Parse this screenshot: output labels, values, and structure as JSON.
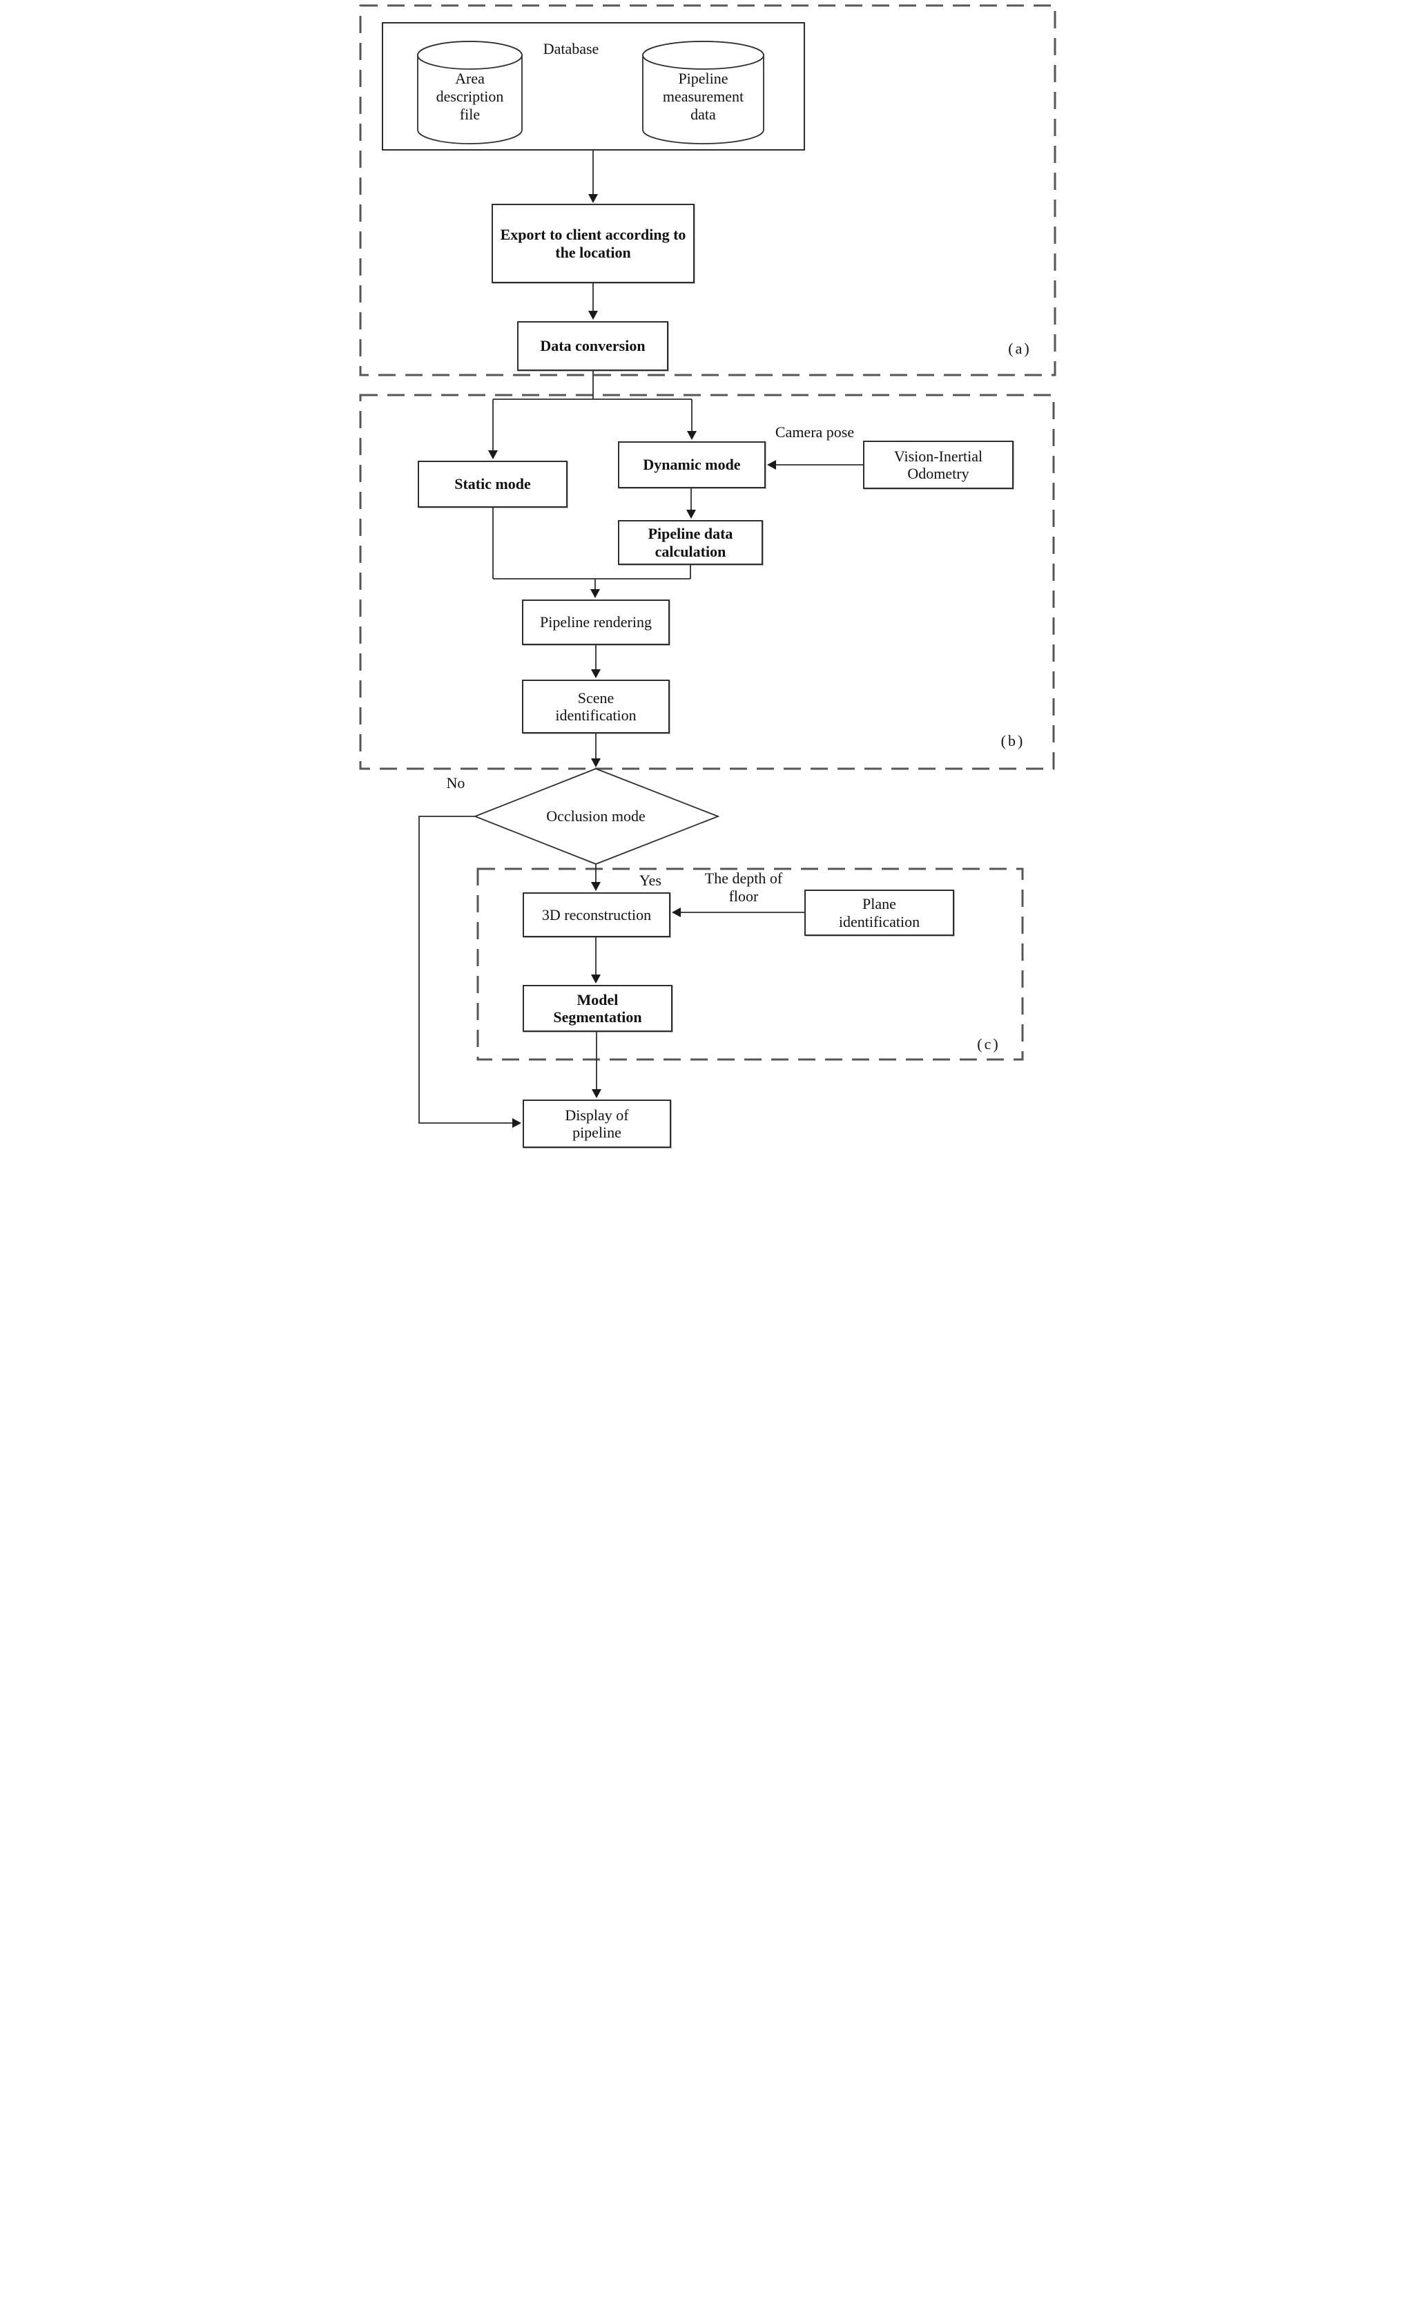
{
  "figure": {
    "type": "flowchart",
    "background": "#ffffff"
  },
  "colors": {
    "line": "#2e2e2e",
    "dashed_border": "#565656",
    "text": "#121212",
    "node_fill": "#ffffff"
  },
  "sections": {
    "a": {
      "label": "(a)"
    },
    "b": {
      "label": "(b)"
    },
    "c": {
      "label": "(c)"
    }
  },
  "nodes": {
    "database": "Database",
    "area_description_file": "Area description file",
    "pipeline_measurement_data": "Pipeline measurement data",
    "export_to_client": "Export to client according to the location",
    "data_conversion": "Data conversion",
    "static_mode": "Static mode",
    "dynamic_mode": "Dynamic mode",
    "vision_inertial_odometry": "Vision-Inertial Odometry",
    "pipeline_data_calculation": "Pipeline data calculation",
    "pipeline_rendering": "Pipeline rendering",
    "scene_identification": "Scene identification",
    "occlusion_mode": "Occlusion mode",
    "three_d_reconstruction": "3D reconstruction",
    "plane_identification": "Plane identification",
    "model_segmentation": "Model Segmentation",
    "display_of_pipeline": "Display of pipeline"
  },
  "edge_labels": {
    "camera_pose": "Camera pose",
    "no": "No",
    "yes": "Yes",
    "depth_of_floor": "The depth of floor"
  },
  "edges": [
    {
      "from": "database",
      "to": "export_to_client"
    },
    {
      "from": "export_to_client",
      "to": "data_conversion"
    },
    {
      "from": "data_conversion",
      "to": "static_mode"
    },
    {
      "from": "data_conversion",
      "to": "dynamic_mode"
    },
    {
      "from": "vision_inertial_odometry",
      "to": "dynamic_mode",
      "label": "Camera pose"
    },
    {
      "from": "dynamic_mode",
      "to": "pipeline_data_calculation"
    },
    {
      "from": "static_mode",
      "to": "pipeline_rendering"
    },
    {
      "from": "pipeline_data_calculation",
      "to": "pipeline_rendering"
    },
    {
      "from": "pipeline_rendering",
      "to": "scene_identification"
    },
    {
      "from": "scene_identification",
      "to": "occlusion_mode"
    },
    {
      "from": "occlusion_mode",
      "to": "three_d_reconstruction",
      "label": "Yes"
    },
    {
      "from": "occlusion_mode",
      "to": "display_of_pipeline",
      "label": "No"
    },
    {
      "from": "plane_identification",
      "to": "three_d_reconstruction",
      "label": "The depth of floor"
    },
    {
      "from": "three_d_reconstruction",
      "to": "model_segmentation"
    },
    {
      "from": "model_segmentation",
      "to": "display_of_pipeline"
    }
  ]
}
